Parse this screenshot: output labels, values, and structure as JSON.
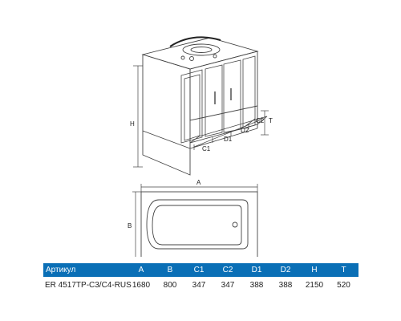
{
  "diagram": {
    "dims": {
      "H": "H",
      "T": "T",
      "C1": "C1",
      "D1": "D1",
      "D2": "D2",
      "C2": "C2",
      "A": "A",
      "B": "B"
    }
  },
  "table": {
    "headers": [
      "Артикул",
      "A",
      "B",
      "C1",
      "C2",
      "D1",
      "D2",
      "H",
      "T"
    ],
    "rows": [
      [
        "ER 4517TP-C3/C4-RUS",
        "1680",
        "800",
        "347",
        "347",
        "388",
        "388",
        "2150",
        "520"
      ]
    ]
  },
  "colors": {
    "header_bg": "#0a6fb6",
    "header_text": "#ffffff",
    "line": "#444444"
  }
}
